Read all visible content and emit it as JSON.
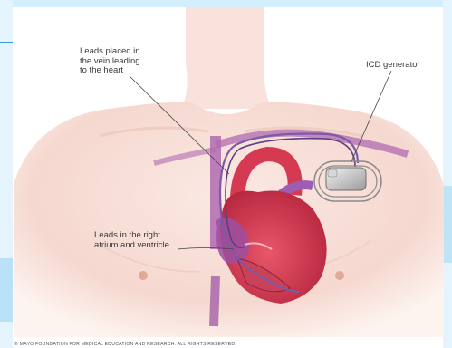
{
  "labels": {
    "leads_vein": "Leads placed in\nthe vein leading\nto the heart",
    "icd_generator": "ICD generator",
    "leads_atrium": "Leads in the right\natrium and ventricle"
  },
  "copyright": "© MAYO FOUNDATION FOR MEDICAL EDUCATION AND RESEARCH. ALL RIGHTS RESERVED.",
  "colors": {
    "frame": "#d3eefc",
    "skin": "#f7ded7",
    "heart": "#d63a52",
    "vein": "#b06bb0",
    "lead": "#7b5aa6",
    "device": "#bdbdbd"
  }
}
